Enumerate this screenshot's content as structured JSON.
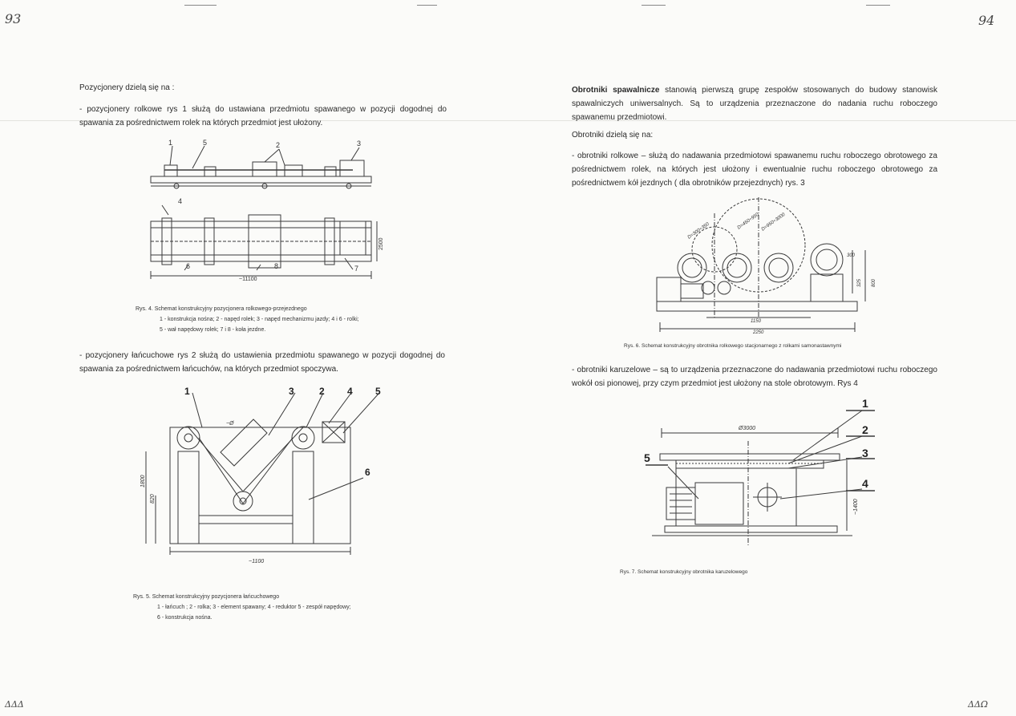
{
  "left_page": {
    "page_number": "93",
    "footer_mark": "ΔΔΔ",
    "intro": "Pozycjonery dzielą się na :",
    "para_rolkowe": "- pozycjonery rolkowe rys 1 służą do ustawiana przedmiotu spawanego w pozycji dogodnej do spawania za pośrednictwem rolek na których przedmiot jest ułożony.",
    "fig4": {
      "callouts": [
        "1",
        "5",
        "2",
        "3",
        "4",
        "6",
        "8",
        "7"
      ],
      "dim_length": "~11100",
      "dim_width": "2500"
    },
    "fig4_caption": {
      "title": "Rys. 4.  Schemat konstrukcyjny pozycjonera rolkowego-przejezdnego",
      "line1": "1 - konstrukcja nośna; 2 - napęd rolek; 3 - napęd mechanizmu jazdy; 4 i 6 - rolki;",
      "line2": "5 - wał napędowy rolek; 7 i 8 - koła jezdne."
    },
    "para_lancuchowe": "- pozycjonery łańcuchowe rys 2 służą do ustawienia przedmiotu spawanego w pozycji dogodnej do spawania za pośrednictwem łańcuchów, na których przedmiot spoczywa.",
    "fig5": {
      "callouts": [
        "1",
        "3",
        "2",
        "4",
        "5",
        "6"
      ],
      "dim_width": "~1100",
      "dim_height1": "1800",
      "dim_height2": "820",
      "dim_label_d": "~Ø"
    },
    "fig5_caption": {
      "title": "Rys. 5.  Schemat konstrukcyjny pozycjonera łańcuchowego",
      "line1": "1 - łańcuch ; 2 - rolka; 3 - element spawany; 4 - reduktor 5 - zespół napędowy;",
      "line2": "6 - konstrukcja nośna."
    }
  },
  "right_page": {
    "page_number": "94",
    "footer_mark": "ΔΔΩ",
    "para_intro_bold": "Obrotniki spawalnicze",
    "para_intro_rest": " stanowią pierwszą grupę zespołów stosowanych do budowy stanowisk spawalniczych uniwersalnych. Są to urządzenia przeznaczone do nadania ruchu roboczego spawanemu przedmiotowi.",
    "line_divide": "Obrotniki dzielą się na:",
    "para_rolkowe": "- obrotniki rolkowe – służą do nadawania przedmiotowi spawanemu ruchu roboczego obrotowego za pośrednictwem rolek, na których jest ułożony i ewentualnie ruchu roboczego obrotowego za pośrednictwem kół jezdnych ( dla obrotników przejezdnych) rys. 3",
    "fig6": {
      "dims": [
        "D=300÷350",
        "D=450÷950",
        "D=950÷3000",
        "300",
        "325",
        "800",
        "1150",
        "2250"
      ]
    },
    "fig6_caption": "Rys. 6. Schemat konstrukcyjny obrotnika rolkowego stacjonarnego z rolkami samonastawnymi",
    "para_karuzelowe": "- obrotniki karuzelowe – są to urządzenia przeznaczone do nadawania przedmiotowi ruchu roboczego wokół osi pionowej, przy czym przedmiot jest ułożony na stole obrotowym. Rys 4",
    "fig7": {
      "callouts": [
        "1",
        "2",
        "3",
        "4",
        "5"
      ],
      "dim_diameter": "Ø3000",
      "dim_height": "~1400"
    },
    "fig7_caption": "Rys. 7. Schemat konstrukcyjny obrotnika karuzelowego"
  },
  "colors": {
    "paper": "#fbfbf9",
    "ink": "#2a2a2a",
    "line": "#444444"
  }
}
